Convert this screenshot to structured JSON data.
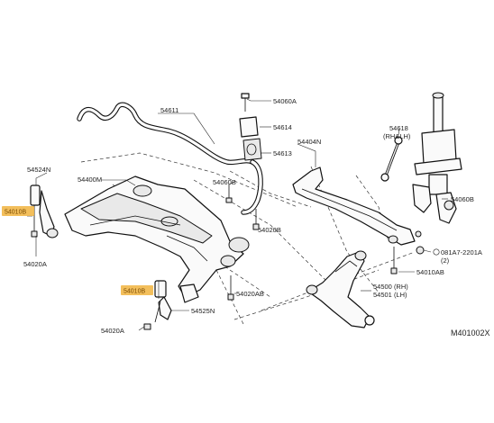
{
  "colors": {
    "highlight": "#f2b84a",
    "line": "#111111"
  },
  "labels": {
    "p54010B_top": "54010B",
    "p54524N": "54524N",
    "p54400M": "54400M",
    "p54020A_left": "54020A",
    "p54611": "54611",
    "p54060A": "54060A",
    "p54614": "54614",
    "p54613": "54613",
    "p54060B": "54060B",
    "p54020B": "54020B",
    "p54404N": "54404N",
    "p54618": "54618",
    "p54618_sub": "(RH&LH)",
    "p54060B_right": "54060B",
    "p081A7": "081A7-2201A",
    "p081A7_sub": "(2)",
    "p54010AB": "54010AB",
    "p54010B_low": "54010B",
    "p54020AB": "54020AB",
    "p54500": "54500 (RH)",
    "p54501": "54501 (LH)",
    "p54525N": "54525N",
    "p54020A_bottom": "54020A",
    "code": "M401002X"
  }
}
